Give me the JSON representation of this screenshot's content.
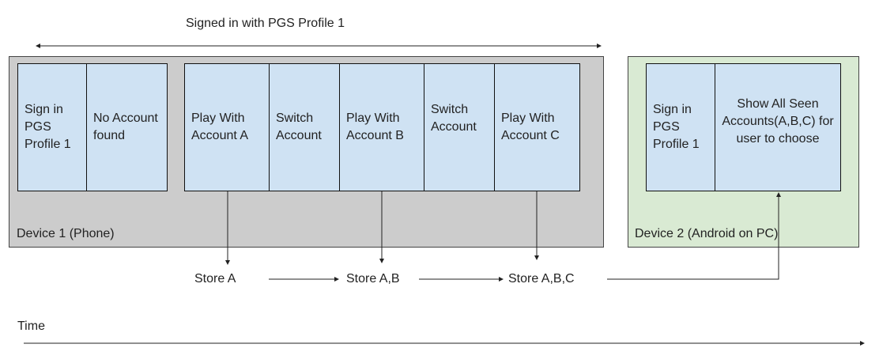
{
  "top_label": "Signed in with PGS Profile 1",
  "device1": {
    "label": "Device 1 (Phone)",
    "background": "#cccccc",
    "group1": [
      "Sign in PGS Profile 1",
      "No Account found"
    ],
    "group2": [
      "Play With Account A",
      "Switch Account",
      "Play With Account B",
      "Switch Account",
      "Play With Account C"
    ]
  },
  "device2": {
    "label": "Device 2 (Android on PC)",
    "background": "#d9ead3",
    "cells": [
      "Sign in PGS Profile 1",
      "Show All Seen Accounts(A,B,C) for user to choose"
    ]
  },
  "stores": [
    "Store A",
    "Store A,B",
    "Store A,B,C"
  ],
  "time_label": "Time",
  "cell_color": "#cfe2f3"
}
